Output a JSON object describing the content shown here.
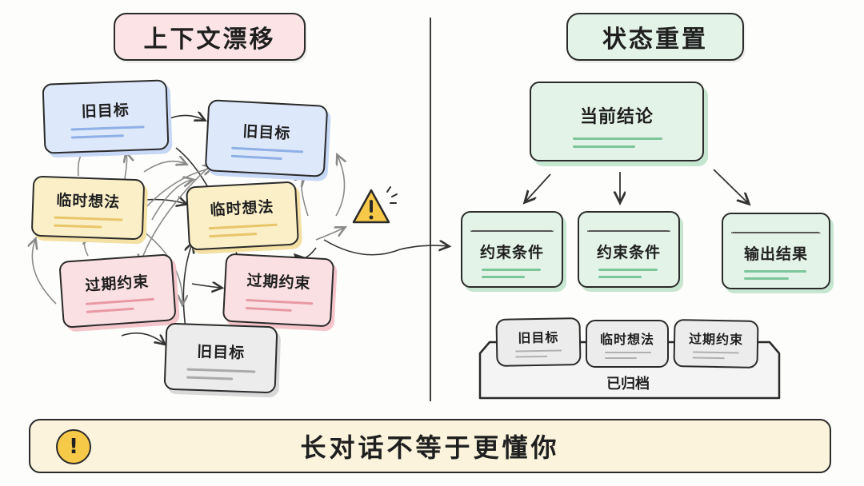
{
  "left_panel": {
    "title": "上下文漂移",
    "cards": [
      {
        "label": "旧目标"
      },
      {
        "label": "旧目标"
      },
      {
        "label": "临时想法"
      },
      {
        "label": "临时想法"
      },
      {
        "label": "过期约束"
      },
      {
        "label": "过期约束"
      },
      {
        "label": "旧目标"
      }
    ]
  },
  "right_panel": {
    "title": "状态重置",
    "conclusion": "当前结论",
    "children": [
      {
        "label": "约束条件"
      },
      {
        "label": "约束条件"
      },
      {
        "label": "输出结果"
      }
    ],
    "archive": {
      "items": [
        {
          "label": "旧目标"
        },
        {
          "label": "临时想法"
        },
        {
          "label": "过期约束"
        }
      ],
      "label": "已归档"
    }
  },
  "banner": {
    "text": "长对话不等于更懂你",
    "icon": "exclamation-icon"
  },
  "colors": {
    "blue_card": "#dde8fa",
    "yellow_card": "#fbefc8",
    "pink_card": "#fbe0e3",
    "gray_card": "#ececec",
    "green_card": "#e3f3e8",
    "left_title_bg": "#fbe3e6",
    "right_title_bg": "#e3f3e8",
    "banner_bg": "#fbf3dc"
  }
}
